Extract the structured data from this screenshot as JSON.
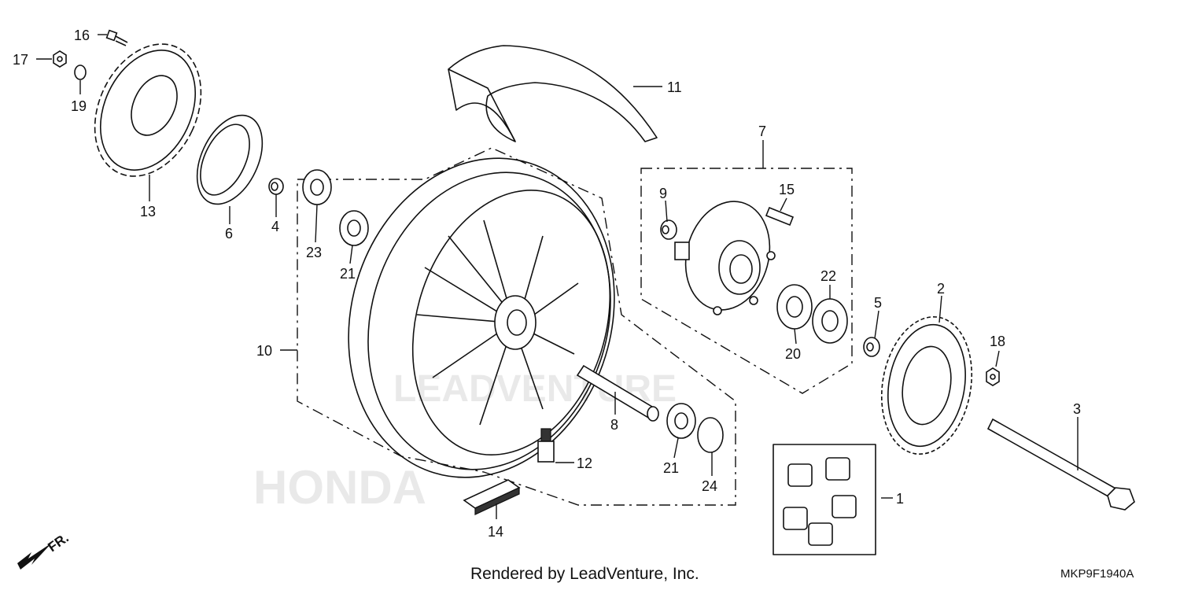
{
  "diagram": {
    "footer_credit": "Rendered by LeadVenture, Inc.",
    "diagram_code": "MKP9F1940A",
    "direction_label": "FR.",
    "watermark_brand": "HONDA",
    "watermark_text": "LEADVENTURE",
    "callouts": [
      "1",
      "2",
      "3",
      "4",
      "5",
      "6",
      "7",
      "8",
      "9",
      "10",
      "11",
      "12",
      "13",
      "14",
      "15",
      "16",
      "17",
      "18",
      "19",
      "20",
      "21",
      "21",
      "22",
      "23",
      "24"
    ]
  }
}
